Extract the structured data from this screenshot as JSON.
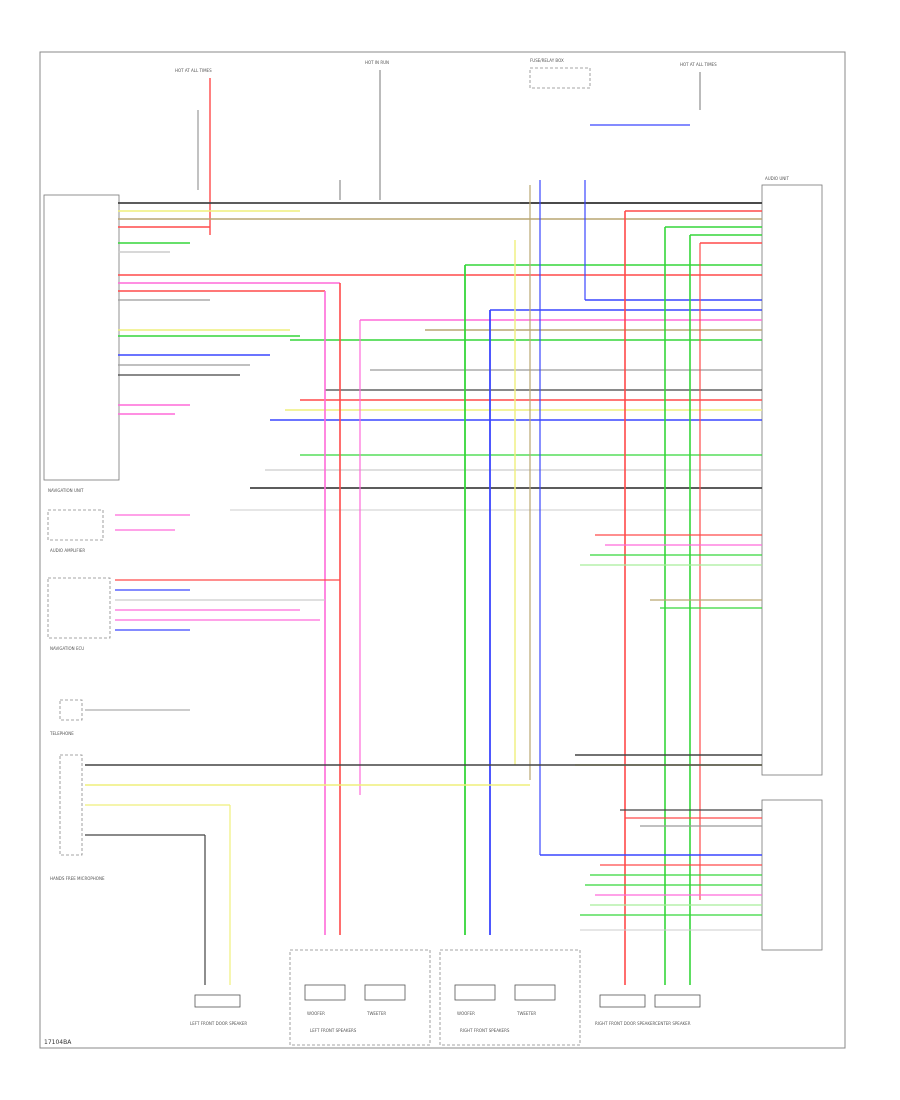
{
  "diagram": {
    "ref_id": "17104BA",
    "colors": {
      "red": "#ff4a4a",
      "pink": "#ff6ad9",
      "green": "#35d63a",
      "lightgreen": "#a6ee9a",
      "blue": "#3a46ff",
      "yellow": "#efef7c",
      "olive": "#b9a672",
      "darkgray": "#444444",
      "gray": "#9a9a9a",
      "lightgray": "#cccccc",
      "black": "#222222"
    },
    "components": {
      "hot_at_all_times_left": "HOT AT ALL TIMES",
      "hot_in_run": "HOT IN RUN",
      "fuse_panel_note": "FUSE/RELAY BOX",
      "hot_at_all_times_right": "HOT AT ALL TIMES",
      "navigation_unit": "NAVIGATION UNIT",
      "audio_amplifier": "AUDIO AMPLIFIER",
      "navigation_ecu": "NAVIGATION ECU",
      "telephone": "TELEPHONE",
      "hands_free": "HANDS FREE MICROPHONE",
      "audio_unit": "AUDIO UNIT",
      "left_front_door_speaker": "LEFT FRONT DOOR SPEAKER",
      "left_front_speakers": "LEFT FRONT SPEAKERS",
      "right_front_speakers": "RIGHT FRONT SPEAKERS",
      "right_front_door_speaker": "RIGHT FRONT DOOR SPEAKER",
      "center_speaker": "CENTER SPEAKER",
      "woofer": "WOOFER",
      "tweeter": "TWEETER"
    }
  }
}
